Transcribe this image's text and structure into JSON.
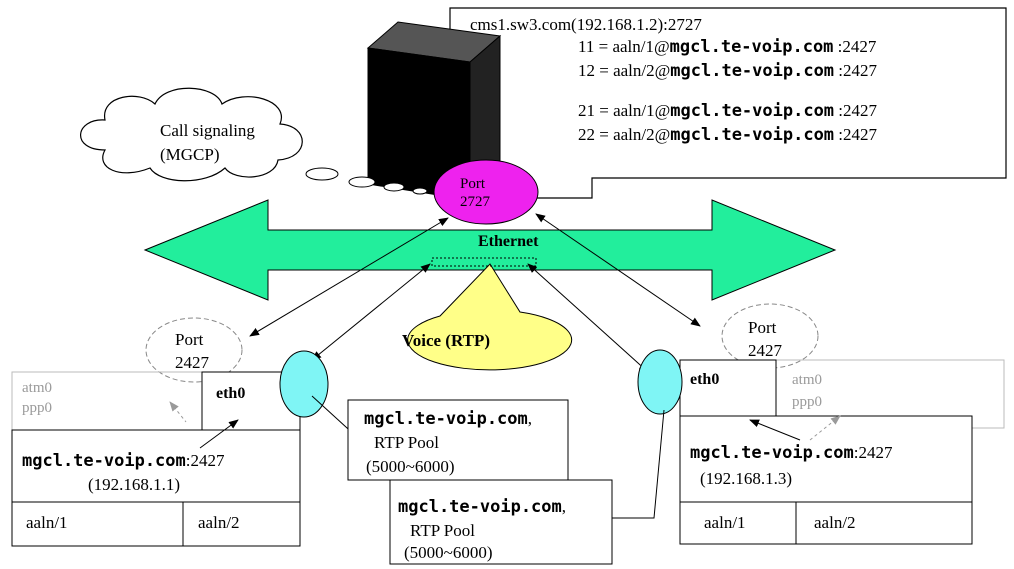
{
  "colors": {
    "ethernet_arrow": "#22ee9c",
    "port_cms": "#ee22ee",
    "voice_bubble": "#ffff88",
    "eth_port": "#7ff5f5",
    "inactive_text": "#9a9a9a"
  },
  "cms_box": {
    "header": "cms1.sw3.com(192.168.1.2):2727",
    "entries": [
      {
        "num": "11",
        "prefix": "= aaln/1@",
        "host": "mgcl.te-voip.com",
        "port": ":2427"
      },
      {
        "num": "12",
        "prefix": "= aaln/2@",
        "host": "mgcl.te-voip.com",
        "port": ":2427"
      },
      {
        "num": "21",
        "prefix": "= aaln/1@",
        "host": "mgcl.te-voip.com",
        "port": ":2427"
      },
      {
        "num": "22",
        "prefix": "= aaln/2@",
        "host": "mgcl.te-voip.com",
        "port": ":2427"
      }
    ]
  },
  "server": {
    "icon": "server-tower-icon"
  },
  "cloud": {
    "line1": "Call signaling",
    "line2": "(MGCP)"
  },
  "port_cms": {
    "line1": "Port",
    "line2": "2727"
  },
  "ethernet": {
    "label": "Ethernet"
  },
  "voice": {
    "label": "Voice (RTP)"
  },
  "left_device": {
    "port_line1": "Port",
    "port_line2": "2427",
    "eth_label": "eth0",
    "inactive": [
      "atm0",
      "ppp0"
    ],
    "host": "mgcl.te-voip.com",
    "host_port": ":2427",
    "ip": "(192.168.1.1)",
    "lines": [
      "aaln/1",
      "aaln/2"
    ]
  },
  "right_device": {
    "port_line1": "Port",
    "port_line2": "2427",
    "eth_label": "eth0",
    "inactive": [
      "atm0",
      "ppp0"
    ],
    "host": "mgcl.te-voip.com",
    "host_port": ":2427",
    "ip": "(192.168.1.3)",
    "lines": [
      "aaln/1",
      "aaln/2"
    ]
  },
  "rtp_left": {
    "host": "mgcl.te-voip.com",
    "suffix": ",",
    "pool": "RTP Pool",
    "range": "(5000~6000)"
  },
  "rtp_right": {
    "host": "mgcl.te-voip.com",
    "suffix": ",",
    "pool": "RTP Pool",
    "range": "(5000~6000)"
  }
}
